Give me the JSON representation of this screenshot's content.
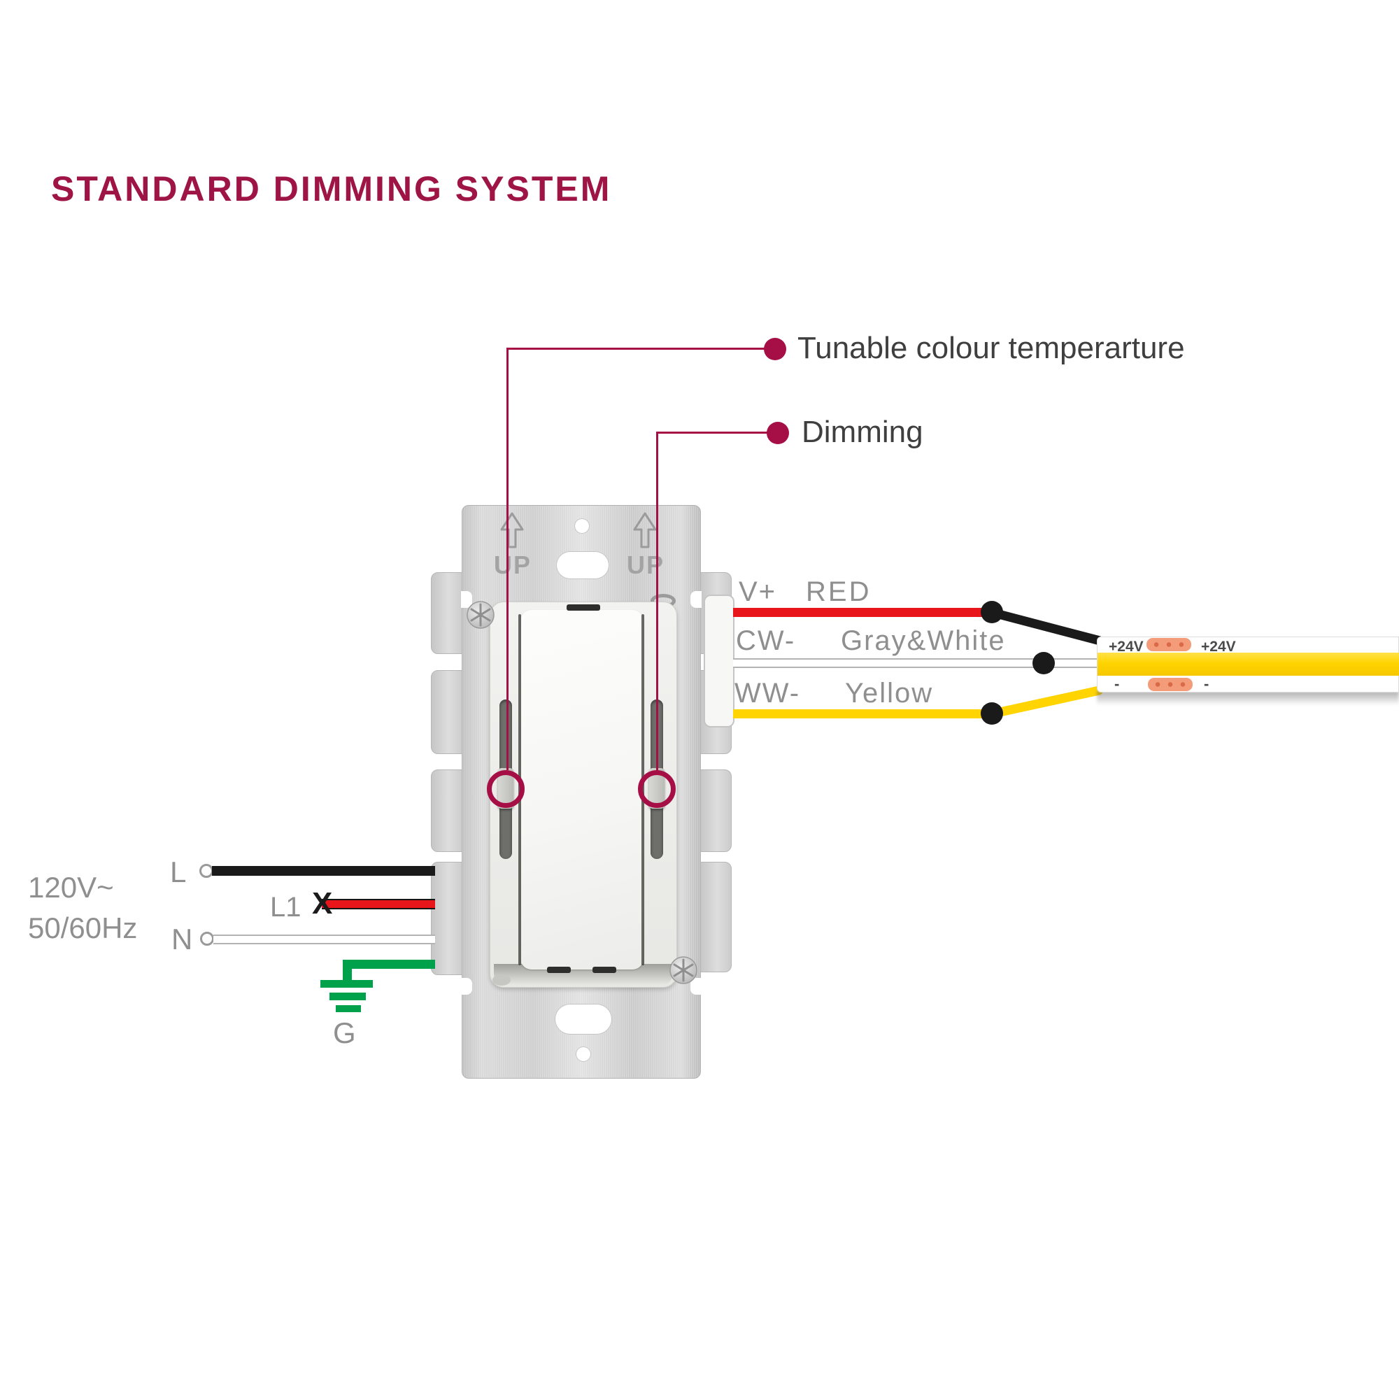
{
  "title": "STANDARD DIMMING SYSTEM",
  "callouts": {
    "tunable_label": "Tunable colour temperarture",
    "dimming_label": "Dimming"
  },
  "switchplate": {
    "up_label": "UP"
  },
  "power_input": {
    "voltage": "120V~",
    "frequency": "50/60Hz",
    "live": "L",
    "switched_live": "L1",
    "not_connected": "X",
    "neutral": "N",
    "ground": "G"
  },
  "output_wires": {
    "rows": [
      {
        "terminal": "V+",
        "color_name": "RED"
      },
      {
        "terminal": "CW-",
        "color_name": "Gray&White"
      },
      {
        "terminal": "WW-",
        "color_name": "Yellow"
      }
    ]
  },
  "led_strip": {
    "voltage_labels": [
      "+24V",
      "+24V"
    ],
    "minus_labels": [
      "-",
      "-"
    ]
  },
  "colors": {
    "accent": "#A50F45",
    "title_color": "#9E1545",
    "red_wire": "#E8151B",
    "yellow_wire": "#FFD400",
    "green_wire": "#00A14B",
    "black_wire": "#1A1A1A",
    "label_gray": "#8F8F8F",
    "callout_text": "#3F3F3F"
  }
}
